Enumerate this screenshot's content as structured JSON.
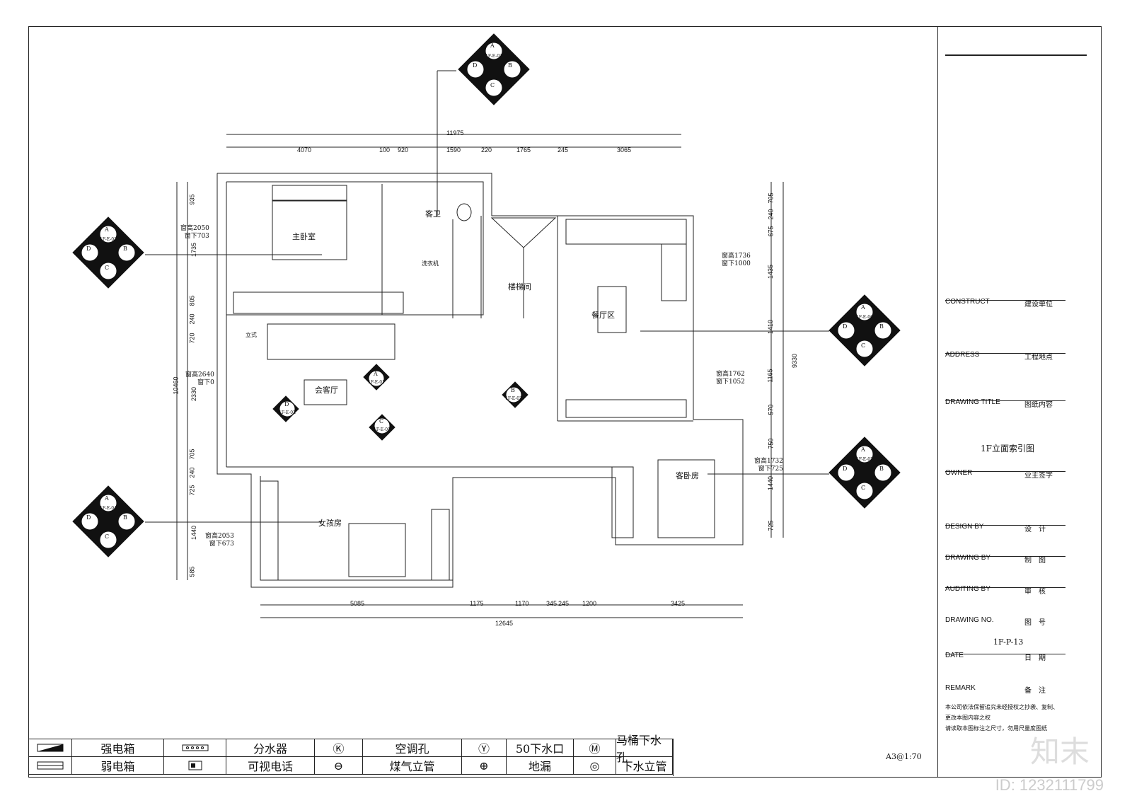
{
  "rooms": {
    "master": "主卧室",
    "guest_bath": "客卫",
    "laundry": "洗衣机",
    "stair": "楼梯间",
    "dining": "餐厅区",
    "living": "会客厅",
    "girl_room": "女孩房",
    "guest_room": "客卧房",
    "ac_label": "立式"
  },
  "window_notes": {
    "w1": [
      "窗高2050",
      "窗下703"
    ],
    "w2": [
      "窗高2640",
      "窗下0"
    ],
    "w3": [
      "窗高2053",
      "窗下673"
    ],
    "w4": [
      "窗高1736",
      "窗下1000"
    ],
    "w5": [
      "窗高1762",
      "窗下1052"
    ],
    "w6": [
      "窗高1732",
      "窗下725"
    ]
  },
  "dims_top": {
    "total": "11975",
    "parts": [
      "4070",
      "100",
      "920",
      "1590",
      "220",
      "1765",
      "245",
      "3065"
    ]
  },
  "dims_bottom": {
    "total": "12645",
    "parts": [
      "5085",
      "1175",
      "1170",
      "345",
      "245",
      "1200",
      "3425"
    ]
  },
  "dims_left": {
    "total": "10460",
    "parts": [
      "935",
      "1735",
      "805",
      "240",
      "720",
      "2330",
      "705",
      "240",
      "725",
      "1440",
      "585"
    ]
  },
  "dims_right": {
    "total": "9330",
    "parts": [
      "705",
      "240",
      "675",
      "1435",
      "1410",
      "1165",
      "570",
      "750",
      "1440",
      "725"
    ]
  },
  "elev_symbols": {
    "top": {
      "a": "A",
      "b": "B",
      "c": "C",
      "d": "D",
      "code": "1F-E-07"
    },
    "left1": {
      "a": "A",
      "b": "B",
      "c": "C",
      "d": "D",
      "code": "1F-E-03"
    },
    "left2": {
      "a": "A",
      "b": "B",
      "c": "C",
      "d": "D",
      "code": "1F-E-04"
    },
    "right1": {
      "a": "A",
      "b": "B",
      "c": "C",
      "d": "D",
      "code": "1F-E-06"
    },
    "right2": {
      "a": "A",
      "b": "B",
      "c": "C",
      "d": "D",
      "code": "1F-E-05"
    },
    "living_a": {
      "letter": "A",
      "code": "1F-E-01"
    },
    "living_b": {
      "letter": "B",
      "code": "1F-E-02"
    },
    "living_c": {
      "letter": "C",
      "code": "1F-E-01"
    },
    "living_d": {
      "letter": "D",
      "code": "1F-E-02"
    }
  },
  "title_block": {
    "construct_en": "CONSTRUCT",
    "construct_cn": "建设单位",
    "address_en": "ADDRESS",
    "address_cn": "工程地点",
    "drawing_title_en": "DRAWING  TITLE",
    "drawing_title_cn": "图纸内容",
    "sheet_title": "1F立面索引图",
    "owner_en": "OWNER",
    "owner_cn": "业主签字",
    "design_en": "DESIGN BY",
    "design_cn": "设　计",
    "drawing_by_en": "DRAWING BY",
    "drawing_by_cn": "制　图",
    "auditing_en": "AUDITING BY",
    "auditing_cn": "审　核",
    "drawing_no_en": "DRAWING NO.",
    "drawing_no_cn": "图　号",
    "drawing_no": "1F-P-13",
    "date_en": "DATE",
    "date_cn": "日　期",
    "remark_en": "REMARK",
    "remark_cn": "备　注",
    "notes": [
      "本公司依法保留追究未经授权之抄袭、复制、",
      "更改本图内容之权",
      "请读取本图标注之尺寸，勿用尺量度图纸"
    ]
  },
  "scale": "A3@1:70",
  "legend": [
    {
      "icon": "strong-box-icon",
      "label": "强电箱"
    },
    {
      "icon": "manifold-icon",
      "label": "分水器"
    },
    {
      "icon": "k-circle-icon",
      "glyph": "Ⓚ",
      "label": "空调孔"
    },
    {
      "icon": "y-circle-icon",
      "glyph": "Ⓨ",
      "label": "50下水口"
    },
    {
      "icon": "m-circle-icon",
      "glyph": "Ⓜ",
      "label": "马桶下水孔"
    },
    {
      "icon": "weak-box-icon",
      "label": "弱电箱"
    },
    {
      "icon": "intercom-icon",
      "label": "可视电话"
    },
    {
      "icon": "gas-pipe-icon",
      "glyph": "⊖",
      "label": "煤气立管"
    },
    {
      "icon": "floor-drain-icon",
      "glyph": "⊕",
      "label": "地漏"
    },
    {
      "icon": "drain-riser-icon",
      "glyph": "◎",
      "label": "下水立管"
    }
  ],
  "watermark": {
    "brand": "知末",
    "id": "ID: 1232111799"
  }
}
